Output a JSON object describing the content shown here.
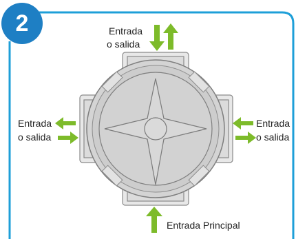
{
  "step": {
    "number": "2"
  },
  "labels": {
    "top": {
      "line1": "Entrada",
      "line2": "o salida"
    },
    "left": {
      "line1": "Entrada",
      "line2": "o salida"
    },
    "right": {
      "line1": "Entrada",
      "line2": "o salida"
    },
    "bottom": "Entrada Principal"
  },
  "colors": {
    "frame": "#1e9fd8",
    "badge": "#1e7fc4",
    "arrow": "#7dbb2a",
    "body": "#e6e6e6",
    "outline": "#8a8a8a"
  }
}
